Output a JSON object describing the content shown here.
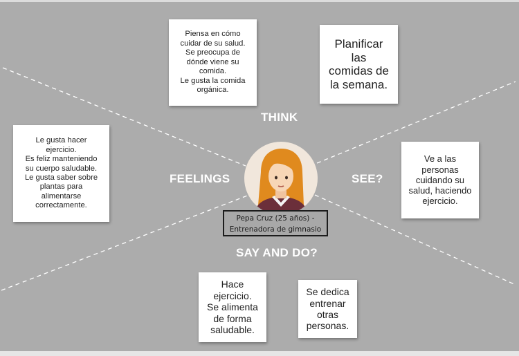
{
  "sections": {
    "think": "THINK",
    "feelings": "FEELINGS",
    "see": "SEE?",
    "say_and_do": "SAY AND DO?"
  },
  "persona": {
    "name_line": "Pepa Cruz (25 años) -",
    "role_line": "Entrenadora de gimnasio"
  },
  "notes": {
    "think_health": "Piensa en cómo\ncuidar de su salud.\nSe preocupa de\ndónde viene su\ncomida.\nLe gusta la comida\norgánica.",
    "think_plan": "Planificar\nlas\ncomidas de\nla semana.",
    "feelings": "Le gusta hacer\nejercicio.\nEs feliz manteniendo\nsu cuerpo saludable.\nLe gusta saber sobre\nplantas para\nalimentarse\ncorrectamente.",
    "see": "Ve a las\npersonas\ncuidando su\nsalud, haciendo\nejercicio.",
    "do_exercise": "Hace\nejercicio.\nSe alimenta\nde forma\nsaludable.",
    "do_train": "Se dedica\nentrenar\notras\npersonas."
  },
  "colors": {
    "background": "#acacac",
    "note": "#ffffff",
    "label": "#ffffff",
    "hair": "#e08a1e",
    "shirt": "#6b2f3a"
  }
}
